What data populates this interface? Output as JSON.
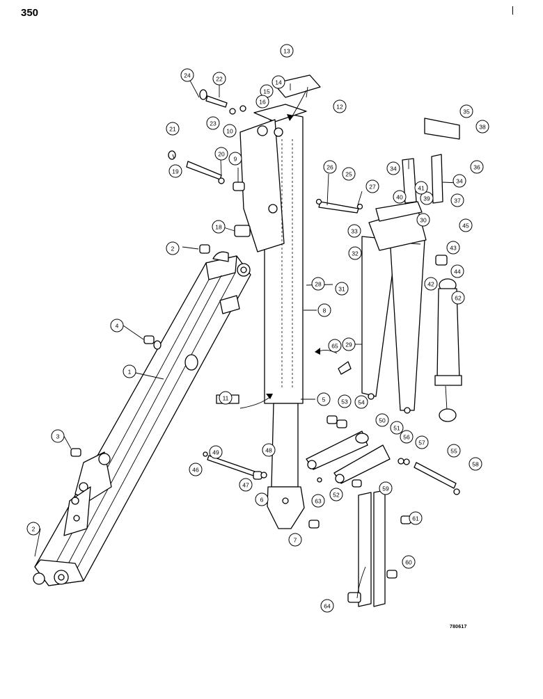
{
  "page": {
    "number": "350",
    "drawing_code": "780617"
  },
  "callouts": [
    "1",
    "2",
    "2",
    "3",
    "4",
    "5",
    "6",
    "7",
    "8",
    "9",
    "10",
    "11",
    "12",
    "13",
    "14",
    "15",
    "16",
    "18",
    "19",
    "20",
    "21",
    "22",
    "23",
    "24",
    "25",
    "26",
    "27",
    "28",
    "29",
    "30",
    "31",
    "32",
    "33",
    "34",
    "34",
    "35",
    "36",
    "37",
    "38",
    "39",
    "40",
    "41",
    "42",
    "43",
    "44",
    "45",
    "46",
    "47",
    "48",
    "49",
    "50",
    "51",
    "52",
    "53",
    "54",
    "55",
    "56",
    "57",
    "58",
    "59",
    "60",
    "61",
    "62",
    "63",
    "64",
    "65"
  ]
}
